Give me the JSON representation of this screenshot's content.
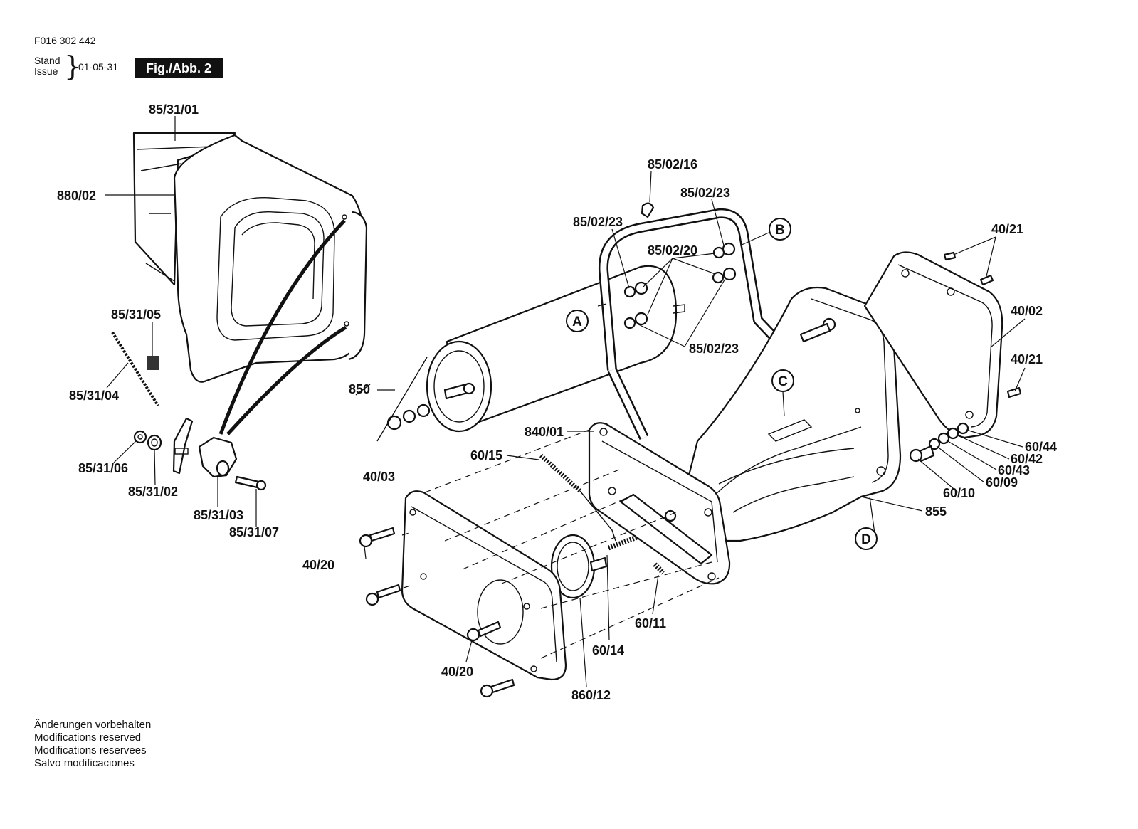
{
  "header": {
    "doc_id": "F016 302 442",
    "stand_line1": "Stand",
    "stand_line2": "Issue",
    "brace": "}",
    "date": "01-05-31",
    "figure_label": "Fig./Abb. 2"
  },
  "part_labels": [
    {
      "id": "p-85-31-01",
      "text": "85/31/01"
    },
    {
      "id": "p-880-02",
      "text": "880/02"
    },
    {
      "id": "p-85-31-05",
      "text": "85/31/05"
    },
    {
      "id": "p-85-31-04",
      "text": "85/31/04"
    },
    {
      "id": "p-85-31-06",
      "text": "85/31/06"
    },
    {
      "id": "p-85-31-02",
      "text": "85/31/02"
    },
    {
      "id": "p-85-31-03",
      "text": "85/31/03"
    },
    {
      "id": "p-85-31-07",
      "text": "85/31/07"
    },
    {
      "id": "p-85-02-16",
      "text": "85/02/16"
    },
    {
      "id": "p-85-02-23-a",
      "text": "85/02/23"
    },
    {
      "id": "p-85-02-23-b",
      "text": "85/02/23"
    },
    {
      "id": "p-85-02-20",
      "text": "85/02/20"
    },
    {
      "id": "p-85-02-23-c",
      "text": "85/02/23"
    },
    {
      "id": "p-850",
      "text": "850"
    },
    {
      "id": "p-840-01",
      "text": "840/01"
    },
    {
      "id": "p-60-15",
      "text": "60/15"
    },
    {
      "id": "p-40-03",
      "text": "40/03"
    },
    {
      "id": "p-40-20-a",
      "text": "40/20"
    },
    {
      "id": "p-40-20-b",
      "text": "40/20"
    },
    {
      "id": "p-860-12",
      "text": "860/12"
    },
    {
      "id": "p-60-14",
      "text": "60/14"
    },
    {
      "id": "p-60-11",
      "text": "60/11"
    },
    {
      "id": "p-40-21-a",
      "text": "40/21"
    },
    {
      "id": "p-40-02",
      "text": "40/02"
    },
    {
      "id": "p-40-21-b",
      "text": "40/21"
    },
    {
      "id": "p-60-44",
      "text": "60/44"
    },
    {
      "id": "p-60-42",
      "text": "60/42"
    },
    {
      "id": "p-60-43",
      "text": "60/43"
    },
    {
      "id": "p-60-09",
      "text": "60/09"
    },
    {
      "id": "p-60-10",
      "text": "60/10"
    },
    {
      "id": "p-855",
      "text": "855"
    }
  ],
  "reference_markers": [
    {
      "id": "ref-a",
      "text": "A"
    },
    {
      "id": "ref-b",
      "text": "B"
    },
    {
      "id": "ref-c",
      "text": "C"
    },
    {
      "id": "ref-d",
      "text": "D"
    }
  ],
  "footer": {
    "line1": "Änderungen vorbehalten",
    "line2": "Modifications reserved",
    "line3": "Modifications reservees",
    "line4": "Salvo modificaciones"
  }
}
